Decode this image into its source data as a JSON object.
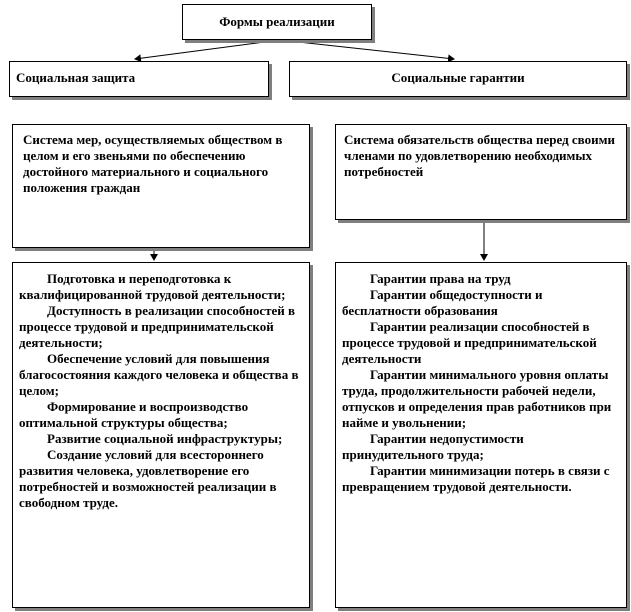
{
  "root": {
    "label": "Формы реализации"
  },
  "branches": {
    "social_protection": {
      "label": "Социальная защита",
      "definition": "Система мер, осуществляемых обществом в целом и его звеньями по обеспечению достойного материального и социального положения граждан",
      "items": [
        "Подготовка и переподготовка к квалифицированной трудовой деятельности;",
        "Доступность в реализации способностей в процессе трудовой и предпринимательской деятельности;",
        "Обеспечение условий для повышения благосостояния каждого человека и общества в целом;",
        "Формирование и воспроизводство оптимальной структуры общества;",
        "Развитие социальной инфраструктуры;",
        "Создание условий для всестороннего развития человека, удовлетворение его потребностей и возможностей реализации в свободном труде."
      ]
    },
    "social_guarantees": {
      "label": "Социальные гарантии",
      "definition": "Система обязательств общества перед своими членами по удовлетворению необходимых потребностей",
      "items": [
        "Гарантии права на труд",
        "Гарантии общедоступности и бесплатности образования",
        "Гарантии реализации способностей в процессе трудовой и предпринимательской деятельности",
        "Гарантии минимального уровня оплаты труда, продолжительности рабочей недели, отпусков и определения прав работников при найме и увольнении;",
        "Гарантии недопустимости принудительного труда;",
        "Гарантии минимизации потерь в связи с превращением трудовой деятельности."
      ]
    }
  }
}
